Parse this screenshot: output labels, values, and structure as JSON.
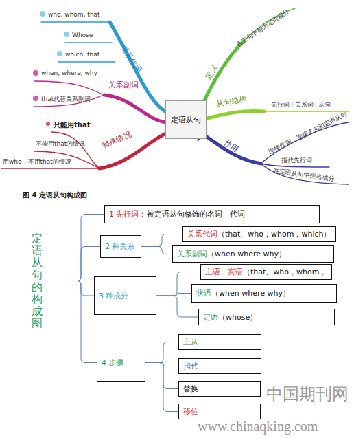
{
  "diagram": {
    "caption": "图 4 定语从句构成图",
    "nodes": [
      {
        "text": [
          "定语从句"
        ]
      },
      {
        "text": [
          "定语从句的构成图"
        ]
      },
      {
        "text": [
          "1 先行词：",
          "被定语从句修饰的名词、代词"
        ]
      },
      {
        "text": [
          "2 种关系"
        ]
      },
      {
        "text": [
          "关系代词",
          "（that、who，whom，which）"
        ]
      },
      {
        "text": [
          "关系副词",
          "（when where why）"
        ]
      },
      {
        "text": [
          "3 种成分"
        ]
      },
      {
        "text": [
          "主语、宾语",
          "（that、who，whom，"
        ]
      },
      {
        "text": [
          "状语",
          "（when where why）"
        ]
      },
      {
        "text": [
          "定语",
          "（whose）"
        ]
      },
      {
        "text": [
          "4 步骤"
        ]
      },
      {
        "text": [
          "主从"
        ]
      },
      {
        "text": [
          "指代"
        ]
      },
      {
        "text": [
          "替换"
        ]
      },
      {
        "text": [
          "移位"
        ]
      }
    ],
    "edges": [
      {
        "from": 1,
        "to": 2,
        "arrow": "none"
      },
      {
        "from": 1,
        "to": 3,
        "arrow": "none"
      },
      {
        "from": 1,
        "to": 6,
        "arrow": "none"
      },
      {
        "from": 1,
        "to": 10,
        "arrow": "none"
      },
      {
        "from": 3,
        "to": 4,
        "arrow": "none"
      },
      {
        "from": 3,
        "to": 5,
        "arrow": "none"
      },
      {
        "from": 6,
        "to": 7,
        "arrow": "none"
      },
      {
        "from": 6,
        "to": 8,
        "arrow": "none"
      },
      {
        "from": 6,
        "to": 9,
        "arrow": "none"
      },
      {
        "from": 10,
        "to": 11,
        "arrow": "none"
      },
      {
        "from": 10,
        "to": 12,
        "arrow": "none"
      },
      {
        "from": 10,
        "to": 13,
        "arrow": "none"
      },
      {
        "from": 10,
        "to": 14,
        "arrow": "none"
      }
    ],
    "labels": [
      "who, whom, that",
      "Whose",
      "which, that",
      "关系代词",
      "when, where, why",
      "that代替关系副词",
      "关系副词",
      "只能用that",
      "不能用that的情况",
      "用who，不用that的情况",
      "特殊情况",
      "定义",
      "在主句中称为定语成分",
      "从句结构",
      "先行词+关系词+从句",
      "作用",
      "连接作用，连接主句和定语从句",
      "指代先行词",
      "在定语从句中担当成分",
      "中国期刊网",
      "www.chinaqking.com"
    ]
  }
}
